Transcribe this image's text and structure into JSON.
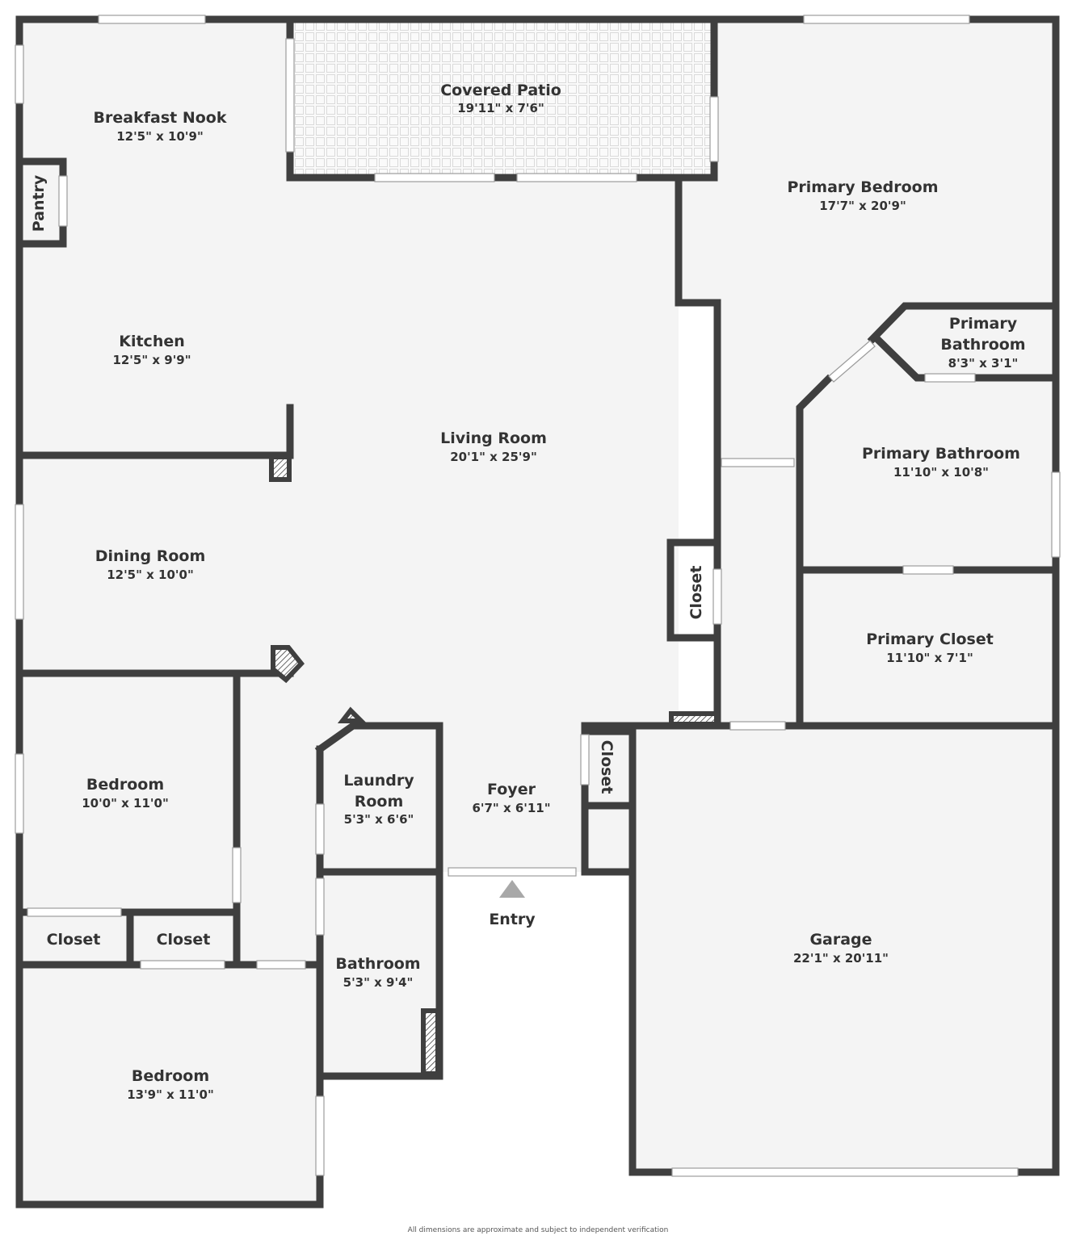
{
  "rooms": {
    "breakfast_nook": {
      "name": "Breakfast Nook",
      "dims": "12'5\" x 10'9\""
    },
    "covered_patio": {
      "name": "Covered Patio",
      "dims": "19'11\" x 7'6\""
    },
    "primary_bedroom": {
      "name": "Primary Bedroom",
      "dims": "17'7\" x 20'9\""
    },
    "pantry": {
      "name": "Pantry"
    },
    "kitchen": {
      "name": "Kitchen",
      "dims": "12'5\" x 9'9\""
    },
    "primary_bathroom_small": {
      "name_line1": "Primary",
      "name_line2": "Bathroom",
      "dims": "8'3\" x 3'1\""
    },
    "living_room": {
      "name": "Living Room",
      "dims": "20'1\" x 25'9\""
    },
    "primary_bathroom": {
      "name": "Primary Bathroom",
      "dims": "11'10\" x 10'8\""
    },
    "dining_room": {
      "name": "Dining Room",
      "dims": "12'5\" x 10'0\""
    },
    "closet_living": {
      "name": "Closet"
    },
    "primary_closet": {
      "name": "Primary Closet",
      "dims": "11'10\" x 7'1\""
    },
    "bedroom_1": {
      "name": "Bedroom",
      "dims": "10'0\" x 11'0\""
    },
    "laundry_room": {
      "name_line1": "Laundry",
      "name_line2": "Room",
      "dims": "5'3\" x 6'6\""
    },
    "foyer": {
      "name": "Foyer",
      "dims": "6'7\" x 6'11\""
    },
    "closet_foyer": {
      "name": "Closet"
    },
    "entry": {
      "name": "Entry"
    },
    "closet_a": {
      "name": "Closet"
    },
    "closet_b": {
      "name": "Closet"
    },
    "garage": {
      "name": "Garage",
      "dims": "22'1\" x 20'11\""
    },
    "bathroom": {
      "name": "Bathroom",
      "dims": "5'3\" x 9'4\""
    },
    "bedroom_2": {
      "name": "Bedroom",
      "dims": "13'9\" x 11'0\""
    }
  },
  "footnote": "All dimensions are approximate and subject to independent verification"
}
